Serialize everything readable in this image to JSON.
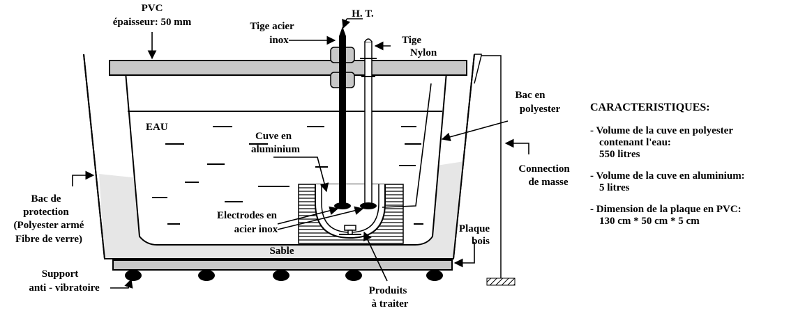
{
  "labels": {
    "pvc_title": "PVC",
    "pvc_thickness": "épaisseur: 50 mm",
    "ht": "H. T.",
    "tige_acier_1": "Tige acier",
    "tige_acier_2": "inox",
    "tige_nylon_1": "Tige",
    "tige_nylon_2": "Nylon",
    "bac_polyester_1": "Bac en",
    "bac_polyester_2": "polyester",
    "eau": "EAU",
    "cuve_alu_1": "Cuve en",
    "cuve_alu_2": "aluminium",
    "connection_1": "Connection",
    "connection_2": "de masse",
    "bac_protection_1": "Bac de",
    "bac_protection_2": "protection",
    "bac_protection_3": "(Polyester armé",
    "bac_protection_4": "Fibre de verre)",
    "electrodes_1": "Electrodes en",
    "electrodes_2": "acier inox",
    "sable": "Sable",
    "plaque_bois_1": "Plaque",
    "plaque_bois_2": "bois",
    "support_1": "Support",
    "support_2": "anti - vibratoire",
    "produits_1": "Produits",
    "produits_2": "à traiter"
  },
  "characteristics": {
    "title": "CARACTERISTIQUES:",
    "items": [
      {
        "line1": "- Volume de la cuve en polyester",
        "line2": "contenant l'eau:",
        "line3": "550 litres"
      },
      {
        "line1": "- Volume de la cuve en aluminium:",
        "line2": "5 litres",
        "line3": ""
      },
      {
        "line1": "- Dimension de la plaque en PVC:",
        "line2": "130 cm * 50 cm * 5 cm",
        "line3": ""
      }
    ]
  },
  "colors": {
    "plate_gray": "#c8c8c8",
    "water_shade": "#e6e6e6",
    "ink": "#000000"
  }
}
